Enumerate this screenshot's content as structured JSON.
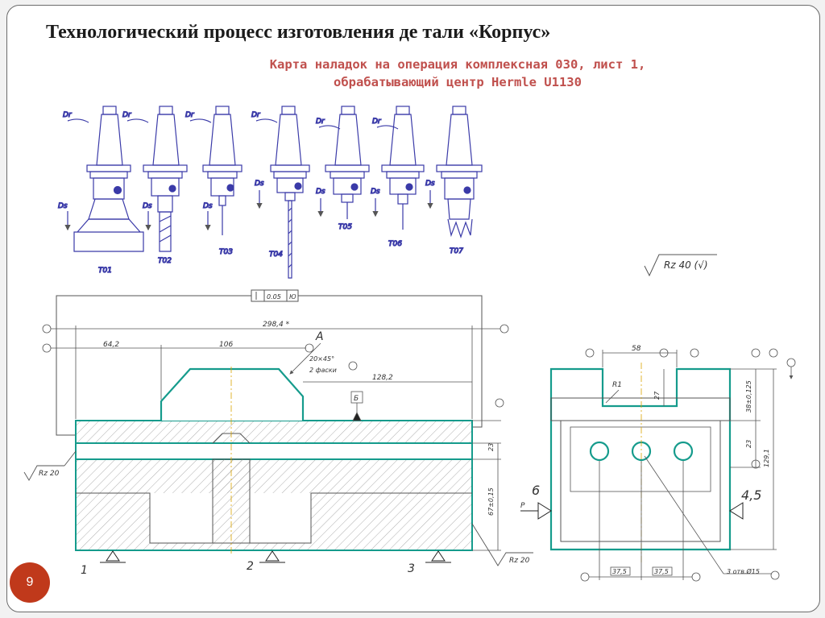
{
  "slide": {
    "title": "Технологический процесс изготовления де тали «Корпус»",
    "subtitle_line1": "Карта наладок на операция комплексная 030, лист 1,",
    "subtitle_line2": "обрабатывающий центр Hermle U1130",
    "page_number": "9"
  },
  "tools": {
    "rot_label": "Dr",
    "feed_label": "Ds",
    "labels": [
      "T01",
      "T02",
      "T03",
      "T04",
      "T05",
      "T06",
      "T07"
    ]
  },
  "drawing": {
    "roughness_general": "Rz 40 (√)",
    "roughness_left": "Rz 20",
    "roughness_bottom": "Rz 20",
    "tolerance_value": "0.05",
    "tolerance_datum": "Ю",
    "dim_overall": "298,4 *",
    "dim_left_step": "64,2",
    "dim_boss_pos": "106",
    "chamfer_note": "20×45°",
    "chamfer_count": "2 фаски",
    "dim_right_step": "128,2",
    "view_label": "А",
    "datum_label": "Б",
    "dim_top_height": "23",
    "dim_lower_height": "67±0,15",
    "support_1": "1",
    "support_2": "2",
    "support_3": "3",
    "side_dim_slot": "58",
    "side_dim_slot_depth": "27",
    "side_radius": "R1",
    "side_dim_h1": "38±0,125",
    "side_dim_h2": "23",
    "side_dim_total": "129,1",
    "side_dim_pitch_1": "37,5",
    "side_dim_pitch_2": "37,5",
    "hole_note": "3 отв.Ø15",
    "clamp_force_label": "P",
    "clamp_left_points": "6",
    "clamp_right_points": "4,5"
  },
  "colors": {
    "title": "#1b1b1b",
    "subtitle": "#c0504d",
    "part_outline": "#159b8c",
    "tool_outline": "#3a3aa8",
    "dimension": "#555555",
    "badge": "#c0391b"
  }
}
